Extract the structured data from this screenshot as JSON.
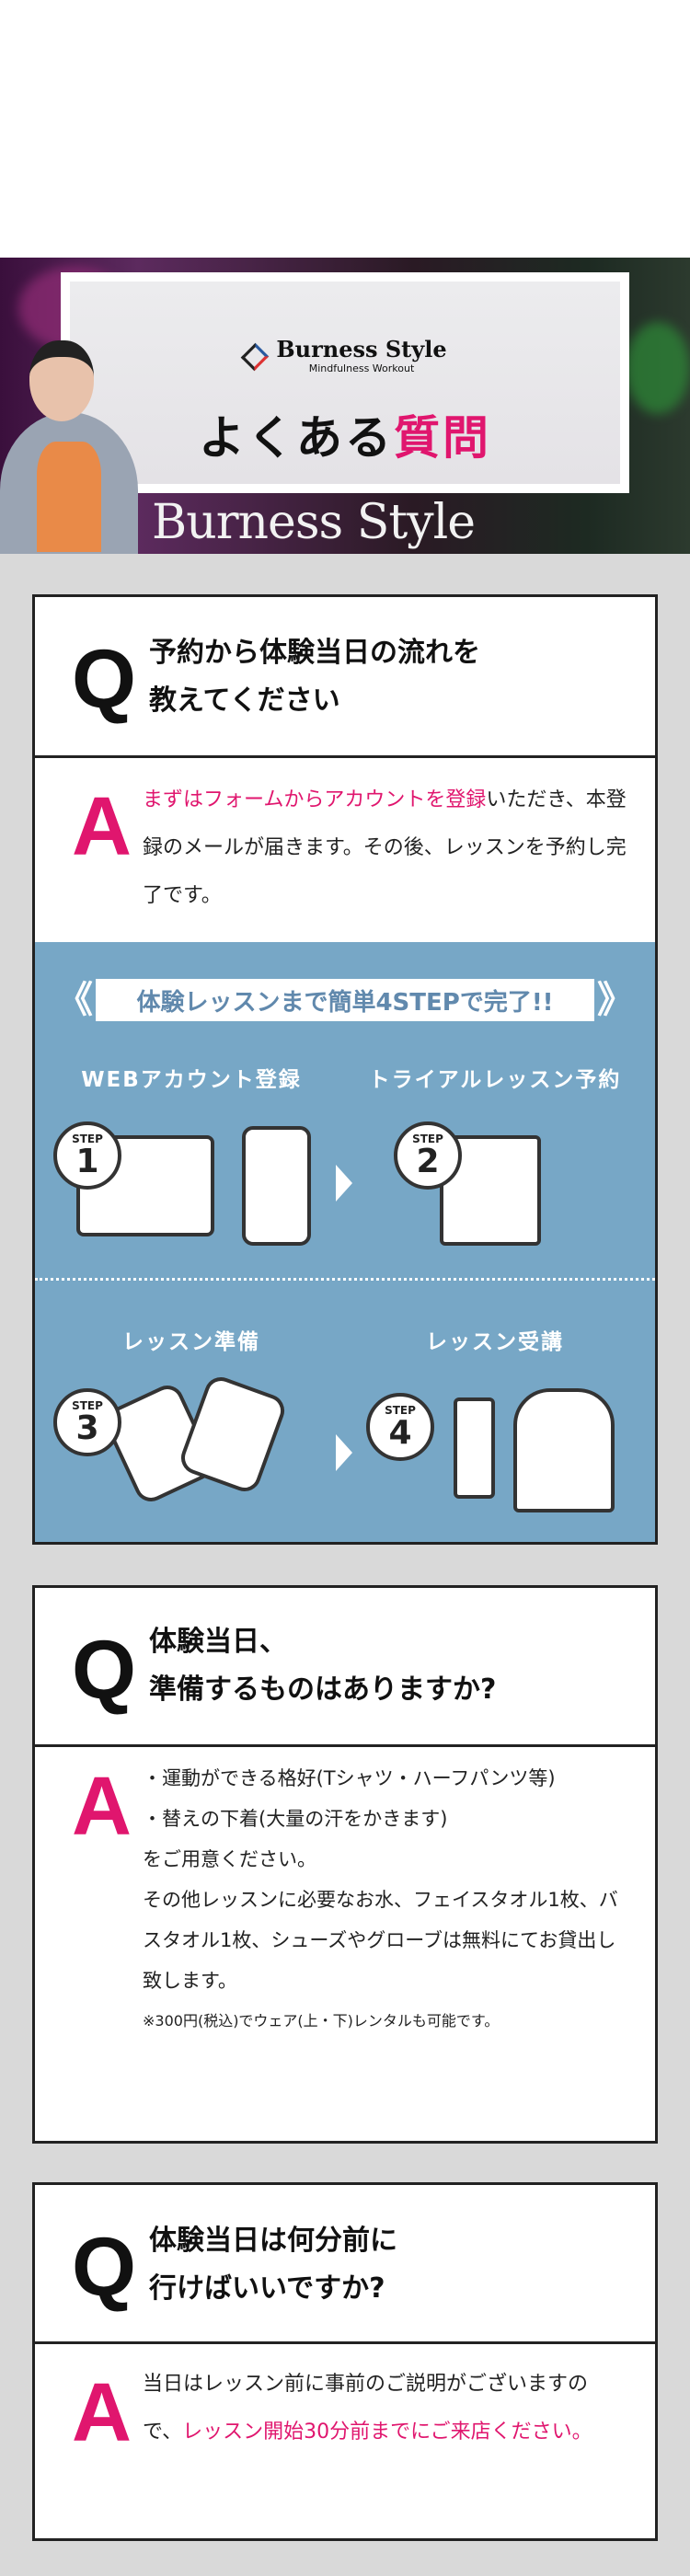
{
  "hero": {
    "brand_name": "Burness Style",
    "brand_tagline": "Mindfulness Workout",
    "title_black": "よくある",
    "title_pink": "質問",
    "background_word": "Burness Style"
  },
  "faq": [
    {
      "q_letter": "Q",
      "question_line1": "予約から体験当日の流れを",
      "question_line2": "教えてください",
      "a_letter": "A",
      "answer_pink": "まずはフォームからアカウントを登録",
      "answer_rest": "いただき、本登録のメールが届きます。その後、レッスンを予約し完了です。"
    },
    {
      "q_letter": "Q",
      "question_line1": "体験当日、",
      "question_line2": "準備するものはありますか?",
      "a_letter": "A",
      "answer_lines": [
        "・運動ができる格好(Tシャツ・ハーフパンツ等)",
        "・替えの下着(大量の汗をかきます)",
        "をご用意ください。",
        "その他レッスンに必要なお水、フェイスタオル1枚、バスタオル1枚、シューズやグローブは無料にてお貸出し致します。"
      ],
      "note": "※300円(税込)でウェア(上・下)レンタルも可能です。"
    },
    {
      "q_letter": "Q",
      "question_line1": "体験当日は何分前に",
      "question_line2": "行けばいいですか?",
      "a_letter": "A",
      "answer_start": "当日はレッスン前に事前のご説明がございますので、",
      "answer_pink": "レッスン開始30分前までにご来店ください。"
    }
  ],
  "steps": {
    "banner": "体験レッスンまで簡単4STEPで完了!!",
    "badge_label": "STEP",
    "items": [
      {
        "number": "1",
        "label": "WEBアカウント登録",
        "icon": "laptop-phone-icon"
      },
      {
        "number": "2",
        "label": "トライアルレッスン予約",
        "icon": "calendar-pencil-icon"
      },
      {
        "number": "3",
        "label": "レッスン準備",
        "icon": "boxing-gloves-icon"
      },
      {
        "number": "4",
        "label": "レッスン受講",
        "icon": "boxer-punching-bag-icon"
      }
    ]
  },
  "colors": {
    "accent": "#e0166e",
    "steps_bg": "#77a7c6",
    "page_bg": "#d9d9d9"
  }
}
